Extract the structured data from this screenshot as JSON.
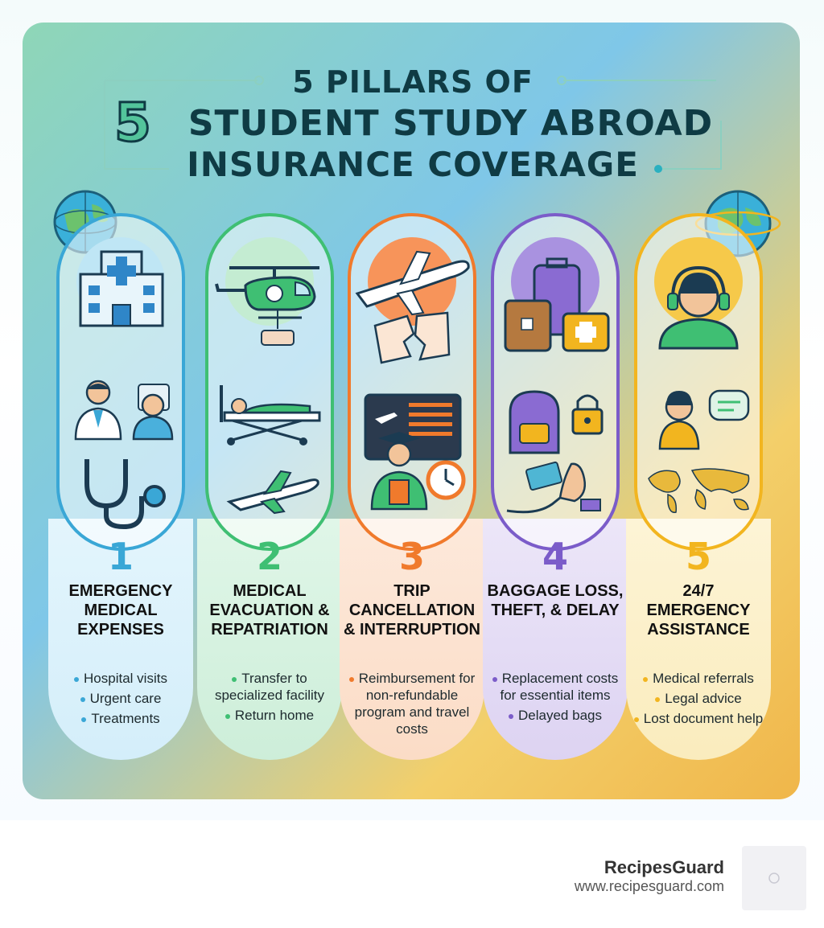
{
  "title": {
    "line1": "5 PILLARS OF",
    "line2": "STUDENT STUDY ABROAD",
    "line3": "INSURANCE COVERAGE",
    "badge_number": "5"
  },
  "pillars": [
    {
      "number": "1",
      "title": "EMERGENCY MEDICAL EXPENSES",
      "bullets": [
        "Hospital visits",
        "Urgent care",
        "Treatments"
      ],
      "color": "#3aa7d6",
      "icons": [
        "hospital-icon",
        "doctor-icon",
        "patient-icon",
        "stethoscope-icon"
      ]
    },
    {
      "number": "2",
      "title": "MEDICAL EVACUATION & REPATRIATION",
      "bullets": [
        "Transfer to specialized facility",
        "Return home"
      ],
      "color": "#3fbf73",
      "icons": [
        "helicopter-icon",
        "stretcher-icon",
        "airplane-icon"
      ]
    },
    {
      "number": "3",
      "title": "TRIP CANCELLATION & INTERRUPTION",
      "bullets": [
        "Reimbursement for non-refundable program and travel costs"
      ],
      "color": "#f07a2c",
      "icons": [
        "airplane-icon",
        "torn-ticket-icon",
        "flight-board-icon",
        "student-icon",
        "clock-icon"
      ]
    },
    {
      "number": "4",
      "title": "BAGGAGE LOSS, THEFT, & DELAY",
      "bullets": [
        "Replacement costs for essential items",
        "Delayed bags"
      ],
      "color": "#7b5cc9",
      "icons": [
        "luggage-icon",
        "backpack-icon",
        "padlock-icon",
        "cash-hand-icon"
      ]
    },
    {
      "number": "5",
      "title": "24/7 EMERGENCY ASSISTANCE",
      "bullets": [
        "Medical referrals",
        "Legal advice",
        "Lost document help"
      ],
      "color": "#f2b51f",
      "icons": [
        "headset-agent-icon",
        "chat-bubble-icon",
        "world-map-icon"
      ]
    }
  ],
  "footer": {
    "brand": "RecipesGuard",
    "site": "www.recipesguard.com"
  }
}
